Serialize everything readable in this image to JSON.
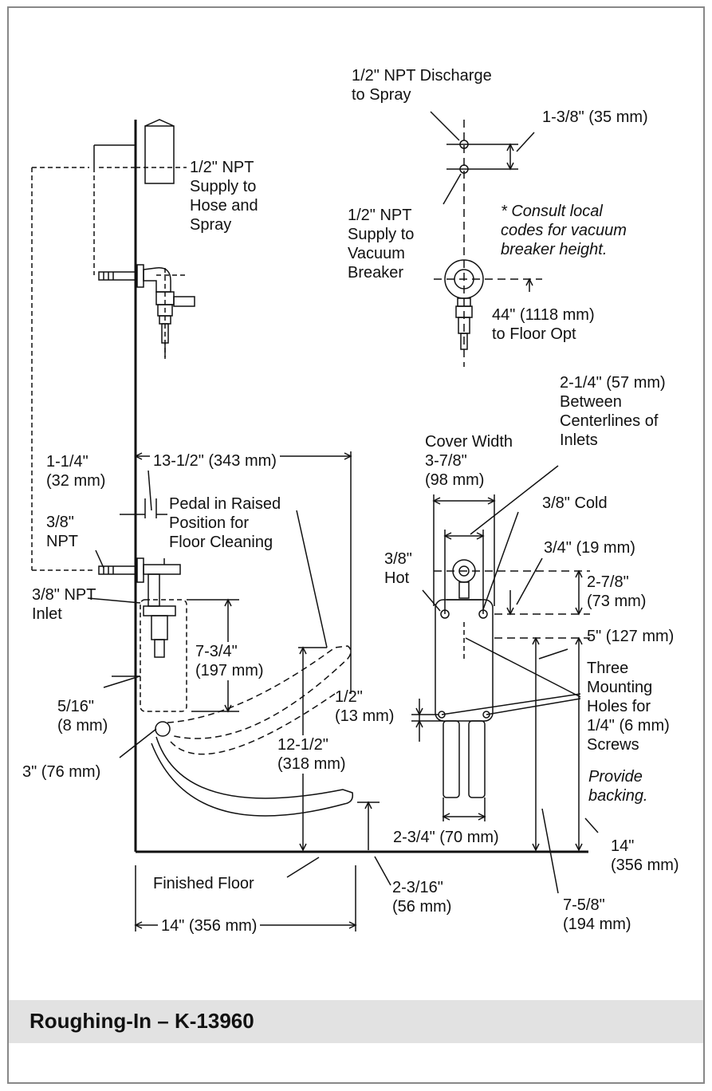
{
  "labels": {
    "discharge": "1/2\" NPT Discharge\nto Spray",
    "dim_1_3_8": "1-3/8\" (35 mm)",
    "supply_hose": "1/2\" NPT\nSupply to\nHose and\nSpray",
    "supply_vacuum": "1/2\" NPT\nSupply to\nVacuum\nBreaker",
    "consult": "* Consult local\ncodes for vacuum\nbreaker height.",
    "dim_44": "44\" (1118 mm)\nto Floor Opt",
    "dim_2_1_4": "2-1/4\" (57 mm)\nBetween\nCenterlines of\nInlets",
    "cover_width": "Cover Width\n3-7/8\"\n(98 mm)",
    "dim_1_1_4": "1-1/4\"\n(32 mm)",
    "dim_13_1_2": "13-1/2\" (343 mm)",
    "pedal_raised": "Pedal in Raised\nPosition for\nFloor Cleaning",
    "cold": "3/8\" Cold",
    "npt_3_8": "3/8\"\nNPT",
    "dim_3_4": "3/4\" (19 mm)",
    "hot": "3/8\"\nHot",
    "npt_inlet": "3/8\" NPT\nInlet",
    "dim_2_7_8": "2-7/8\"\n(73 mm)",
    "dim_5": "5\" (127 mm)",
    "dim_7_3_4": "7-3/4\"\n(197 mm)",
    "three_holes": "Three\nMounting\nHoles for\n1/4\" (6 mm)\nScrews",
    "dim_5_16": "5/16\"\n(8 mm)",
    "dim_1_2": "1/2\"\n(13 mm)",
    "provide_backing": "Provide\nbacking.",
    "dim_12_1_2": "12-1/2\"\n(318 mm)",
    "dim_3": "3\" (76 mm)",
    "dim_2_3_4": "2-3/4\" (70 mm)",
    "dim_14_right": "14\"\n(356 mm)",
    "finished_floor": "Finished Floor",
    "dim_2_3_16": "2-3/16\"\n(56 mm)",
    "dim_7_5_8": "7-5/8\"\n(194 mm)",
    "dim_14_bottom": "14\" (356 mm)"
  },
  "footer": {
    "title": "Roughing-In – K-13960"
  }
}
